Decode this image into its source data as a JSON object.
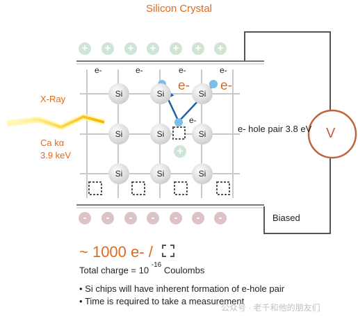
{
  "title": "Silicon Crystal",
  "xray_label": "X-Ray",
  "source_line1": "Ca kα",
  "source_line2": "3.9 keV",
  "atom_label": "Si",
  "electron_label": "e-",
  "pair_label": "e- hole pair 3.8 eV",
  "voltmeter_label": "V",
  "biased_label": "Biased",
  "count_text": "~ 1000 e- /",
  "total_charge_prefix": "Total charge = 10",
  "total_charge_exponent": "-16",
  "total_charge_suffix": "Coulombs",
  "bullets": [
    "Si chips will have inherent formation of e-hole pair",
    "Time is required to take a measurement"
  ],
  "watermark": "公众号 · 老千和他的朋友们",
  "plus_sign": "+",
  "minus_sign": "-",
  "colors": {
    "accent": "#e06a1c",
    "plus_charge": "#cfe5d6",
    "minus_charge": "#dcc3c6",
    "electron": "#69b3e7",
    "arrow": "#1f5fa8"
  }
}
